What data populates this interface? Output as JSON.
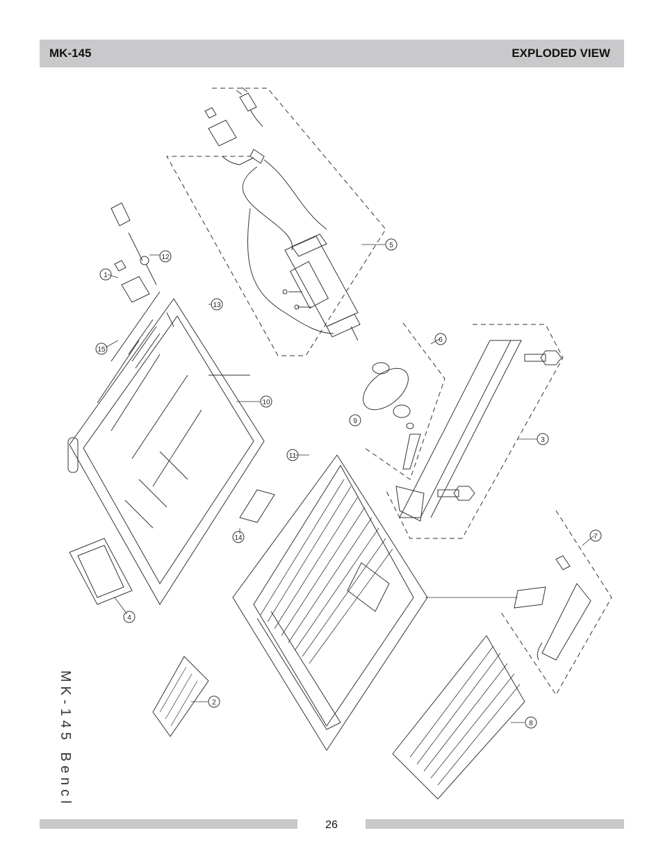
{
  "header": {
    "model": "MK-145",
    "section_title": "EXPLODED VIEW"
  },
  "drawing": {
    "side_caption": "MK-145 Bencl",
    "callouts": [
      "1",
      "2",
      "3",
      "4",
      "5",
      "6",
      "7",
      "8",
      "9",
      "10",
      "11",
      "12",
      "13",
      "14",
      "15"
    ]
  },
  "footer": {
    "page_number": "26"
  }
}
